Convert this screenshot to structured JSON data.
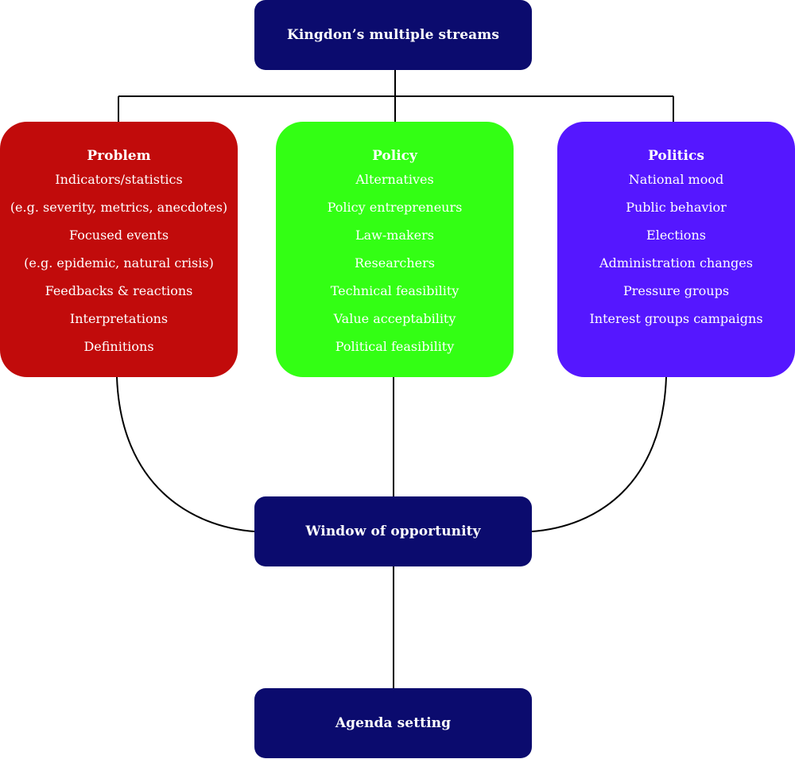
{
  "diagram": {
    "top_box": {
      "label": "Kingdon’s multiple streams"
    },
    "streams": [
      {
        "title": "Problem",
        "color": "#c10b0b",
        "items": [
          "Indicators/statistics",
          "(e.g. severity, metrics, anecdotes)",
          "Focused events",
          "(e.g. epidemic, natural crisis)",
          "Feedbacks & reactions",
          "Interpretations",
          "Definitions"
        ]
      },
      {
        "title": "Policy",
        "color": "#33ff14",
        "items": [
          "Alternatives",
          "Policy entrepreneurs",
          "Law-makers",
          "Researchers",
          "Technical feasibility",
          "Value acceptability",
          "Political feasibility"
        ]
      },
      {
        "title": "Politics",
        "color": "#5517ff",
        "items": [
          "National mood",
          "Public behavior",
          "Elections",
          "Administration changes",
          "Pressure groups",
          "Interest groups campaigns"
        ]
      }
    ],
    "window_box": {
      "label": "Window of opportunity"
    },
    "agenda_box": {
      "label": "Agenda setting"
    },
    "colors": {
      "navy": "#0b0b6e",
      "connector": "#000000",
      "text": "#ffffff"
    }
  }
}
